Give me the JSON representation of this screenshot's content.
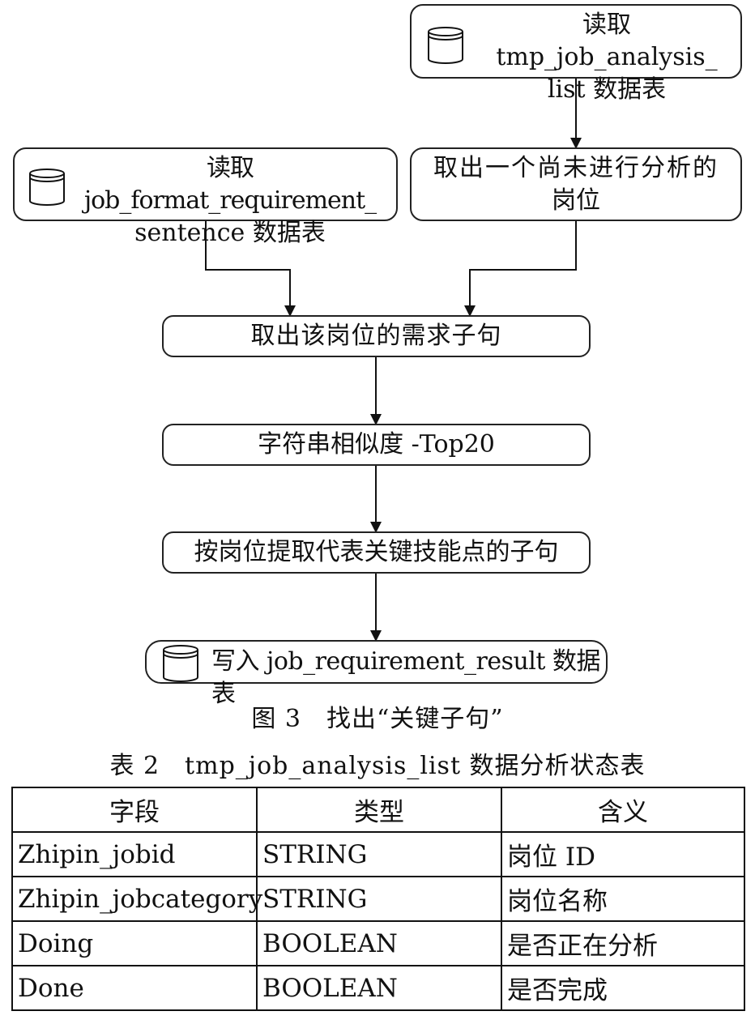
{
  "flowchart": {
    "read_job_analysis": {
      "line1": "读取 tmp_job_analysis_",
      "line2": "list 数据表"
    },
    "read_requirement_sentence": {
      "line1": "读取 job_format_requirement_",
      "line2": "sentence 数据表"
    },
    "take_unanalyzed_job": {
      "line1": "取出一个尚未进行分析的",
      "line2": "岗位"
    },
    "take_job_sentences": "取出该岗位的需求子句",
    "string_similarity": "字符串相似度 -Top20",
    "extract_key_sentences": "按岗位提取代表关键技能点的子句",
    "write_result": "写入 job_requirement_result 数据表"
  },
  "figure_caption": "图 3　找出“关键子句”",
  "table_caption": "表 2　tmp_job_analysis_list 数据分析状态表",
  "table": {
    "headers": [
      "字段",
      "类型",
      "含义"
    ],
    "rows": [
      [
        "Zhipin_jobid",
        "STRING",
        "岗位 ID"
      ],
      [
        "Zhipin_jobcategory",
        "STRING",
        "岗位名称"
      ],
      [
        "Doing",
        "BOOLEAN",
        "是否正在分析"
      ],
      [
        "Done",
        "BOOLEAN",
        "是否完成"
      ]
    ]
  },
  "icons": {
    "database": "database-icon"
  }
}
